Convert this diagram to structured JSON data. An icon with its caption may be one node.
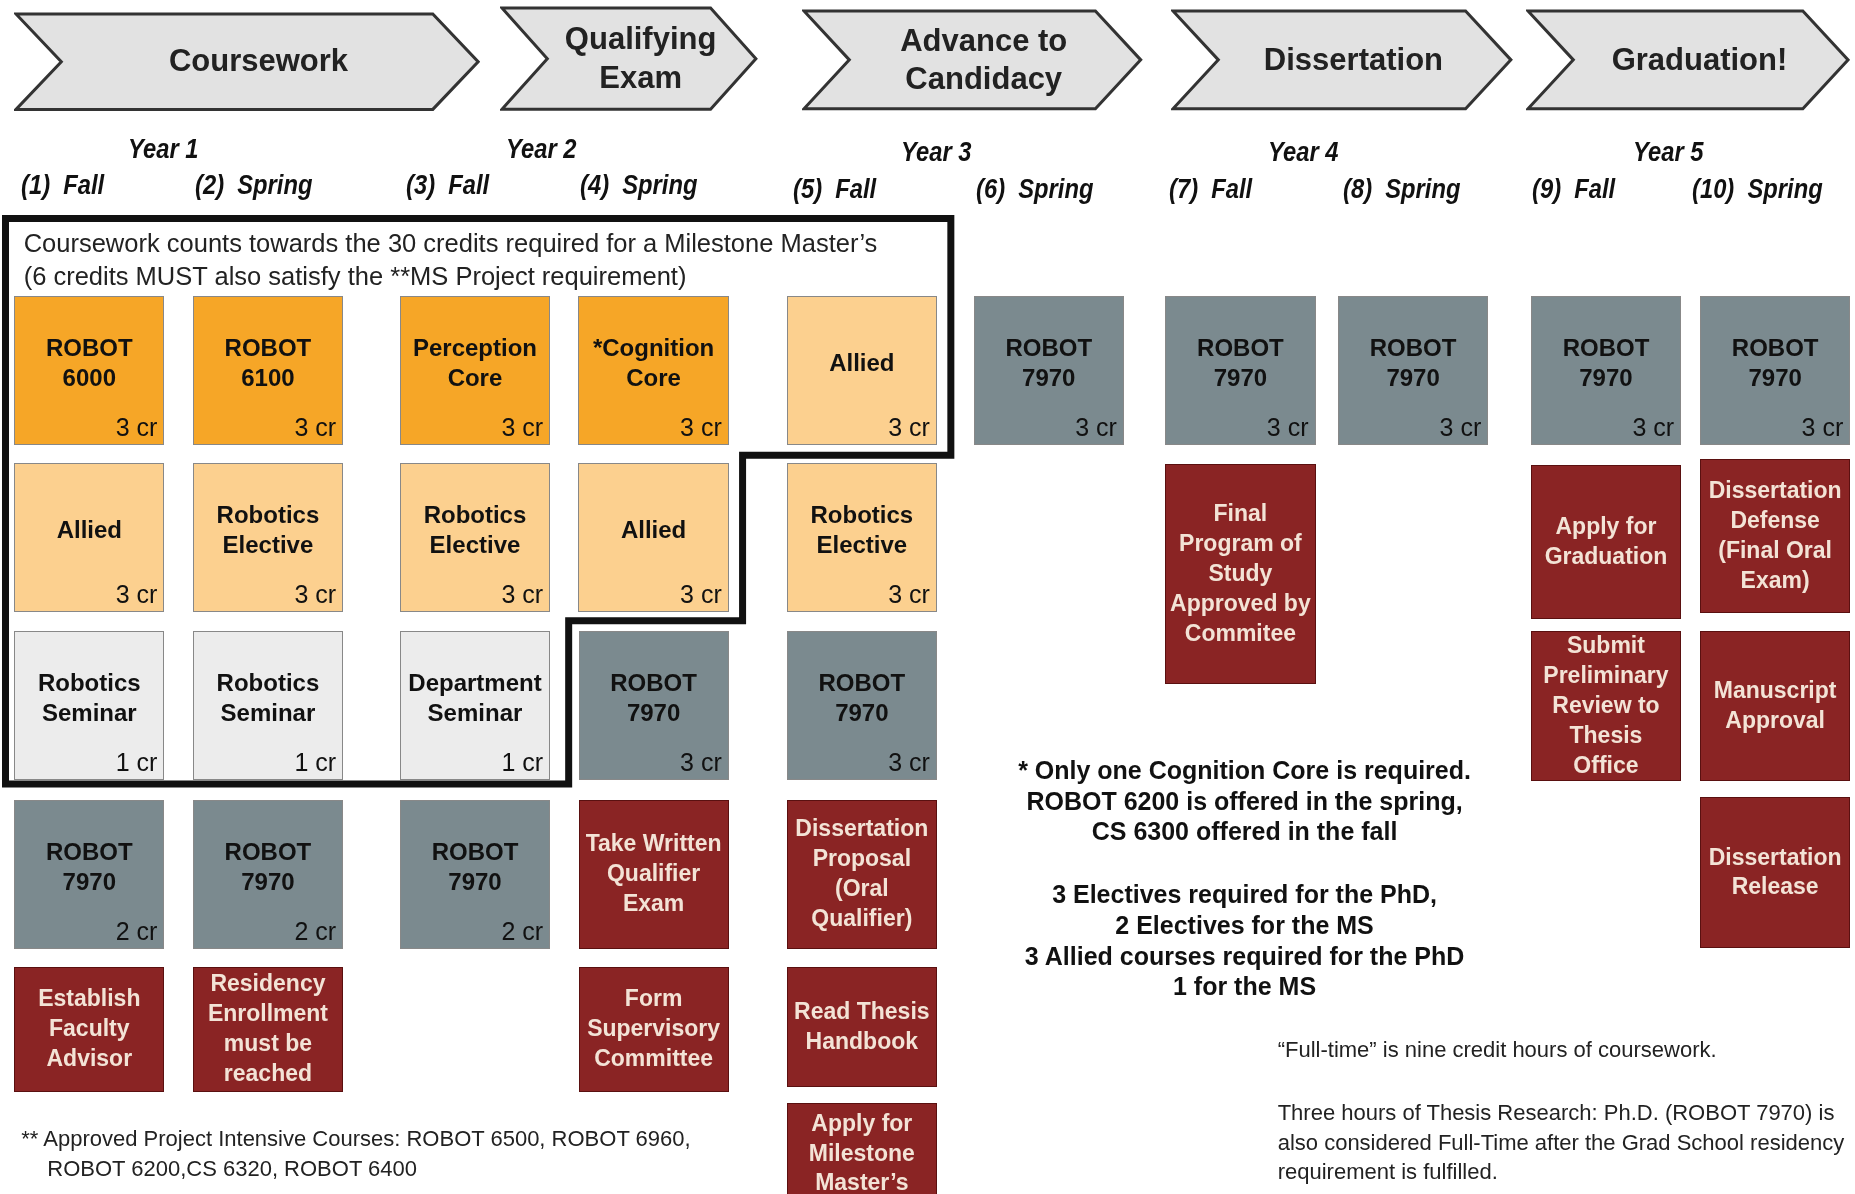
{
  "diagram": {
    "nodes": [
      {
        "text": [
          "Coursework"
        ]
      },
      {
        "text": [
          "Qualifying Exam"
        ]
      },
      {
        "text": [
          "Advance to Candidacy"
        ]
      },
      {
        "text": [
          "Dissertation"
        ]
      },
      {
        "text": [
          "Graduation!"
        ]
      },
      {
        "text": [
          "Coursework counts towards the 30 credits required for a Milestone Master’s (6 credits MUST also satisfy the **MS Project requirement)"
        ]
      },
      {
        "text": [
          "ROBOT 6000",
          "3 cr"
        ],
        "in": 5
      },
      {
        "text": [
          "ROBOT 6100",
          "3 cr"
        ],
        "in": 5
      },
      {
        "text": [
          "Perception Core",
          "3 cr"
        ],
        "in": 5
      },
      {
        "text": [
          "*Cognition Core",
          "3 cr"
        ],
        "in": 5
      },
      {
        "text": [
          "Allied",
          "3 cr"
        ],
        "in": 5
      },
      {
        "text": [
          "Allied",
          "3 cr"
        ],
        "in": 5
      },
      {
        "text": [
          "Robotics Elective",
          "3 cr"
        ],
        "in": 5
      },
      {
        "text": [
          "Robotics Elective",
          "3 cr"
        ],
        "in": 5
      },
      {
        "text": [
          "Allied",
          "3 cr"
        ],
        "in": 5
      },
      {
        "text": [
          "Robotics Seminar",
          "1 cr"
        ],
        "in": 5
      },
      {
        "text": [
          "Robotics Seminar",
          "1 cr"
        ],
        "in": 5
      },
      {
        "text": [
          "Department Seminar",
          "1 cr"
        ],
        "in": 5
      },
      {
        "text": [
          "Robotics Elective",
          "3 cr"
        ]
      },
      {
        "text": [
          "ROBOT 7970",
          "3 cr"
        ]
      },
      {
        "text": [
          "ROBOT 7970",
          "3 cr"
        ]
      },
      {
        "text": [
          "ROBOT 7970",
          "3 cr"
        ]
      },
      {
        "text": [
          "ROBOT 7970",
          "3 cr"
        ]
      },
      {
        "text": [
          "ROBOT 7970",
          "3 cr"
        ]
      },
      {
        "text": [
          "ROBOT 7970",
          "3 cr"
        ]
      },
      {
        "text": [
          "ROBOT 7970",
          "3 cr"
        ]
      },
      {
        "text": [
          "ROBOT 7970",
          "2 cr"
        ]
      },
      {
        "text": [
          "ROBOT 7970",
          "2 cr"
        ]
      },
      {
        "text": [
          "ROBOT 7970",
          "2 cr"
        ]
      },
      {
        "text": [
          "Establish Faculty Advisor"
        ]
      },
      {
        "text": [
          "Residency Enrollment must be reached"
        ]
      },
      {
        "text": [
          "Take Written Qualifier Exam"
        ]
      },
      {
        "text": [
          "Form Supervisory Committee"
        ]
      },
      {
        "text": [
          "Dissertation Proposal (Oral Qualifier)"
        ]
      },
      {
        "text": [
          "Read Thesis Handbook"
        ]
      },
      {
        "text": [
          "Apply for Milestone Master’s"
        ]
      },
      {
        "text": [
          "Final Program of Study Approved by Commitee"
        ]
      },
      {
        "text": [
          "Apply for Graduation"
        ]
      },
      {
        "text": [
          "Submit Preliminary Review to Thesis Office"
        ]
      },
      {
        "text": [
          "Dissertation Defense (Final Oral Exam)"
        ]
      },
      {
        "text": [
          "Manuscript Approval"
        ]
      },
      {
        "text": [
          "Dissertation Release"
        ]
      }
    ],
    "edges": [],
    "labels": [
      "Year 1",
      "(1)  Fall",
      "(2)  Spring",
      "Year 2",
      "(3)  Fall",
      "(4)  Spring",
      "Year 3",
      "(5)  Fall",
      "(6)  Spring",
      "Year 4",
      "(7)  Fall",
      "(8)  Spring",
      "Year 5",
      "(9)  Fall",
      "(10)  Spring",
      "* Only one Cognition Core is required.",
      "ROBOT 6200 is offered in the spring, CS 6300 offered in the fall",
      "3 Electives required for the PhD,",
      "2 Electives for the MS",
      "3 Allied courses required for the PhD",
      "1 for the MS",
      "“Full-time” is nine credit hours of coursework.",
      "Three hours of Thesis Research: Ph.D. (ROBOT 7970) is also considered Full-Time after the Grad School residency requirement is fulfilled.",
      "** Approved Project Intensive Courses: ROBOT 6500, ROBOT 6960, ROBOT 6200,CS 6320, ROBOT 6400"
    ]
  }
}
